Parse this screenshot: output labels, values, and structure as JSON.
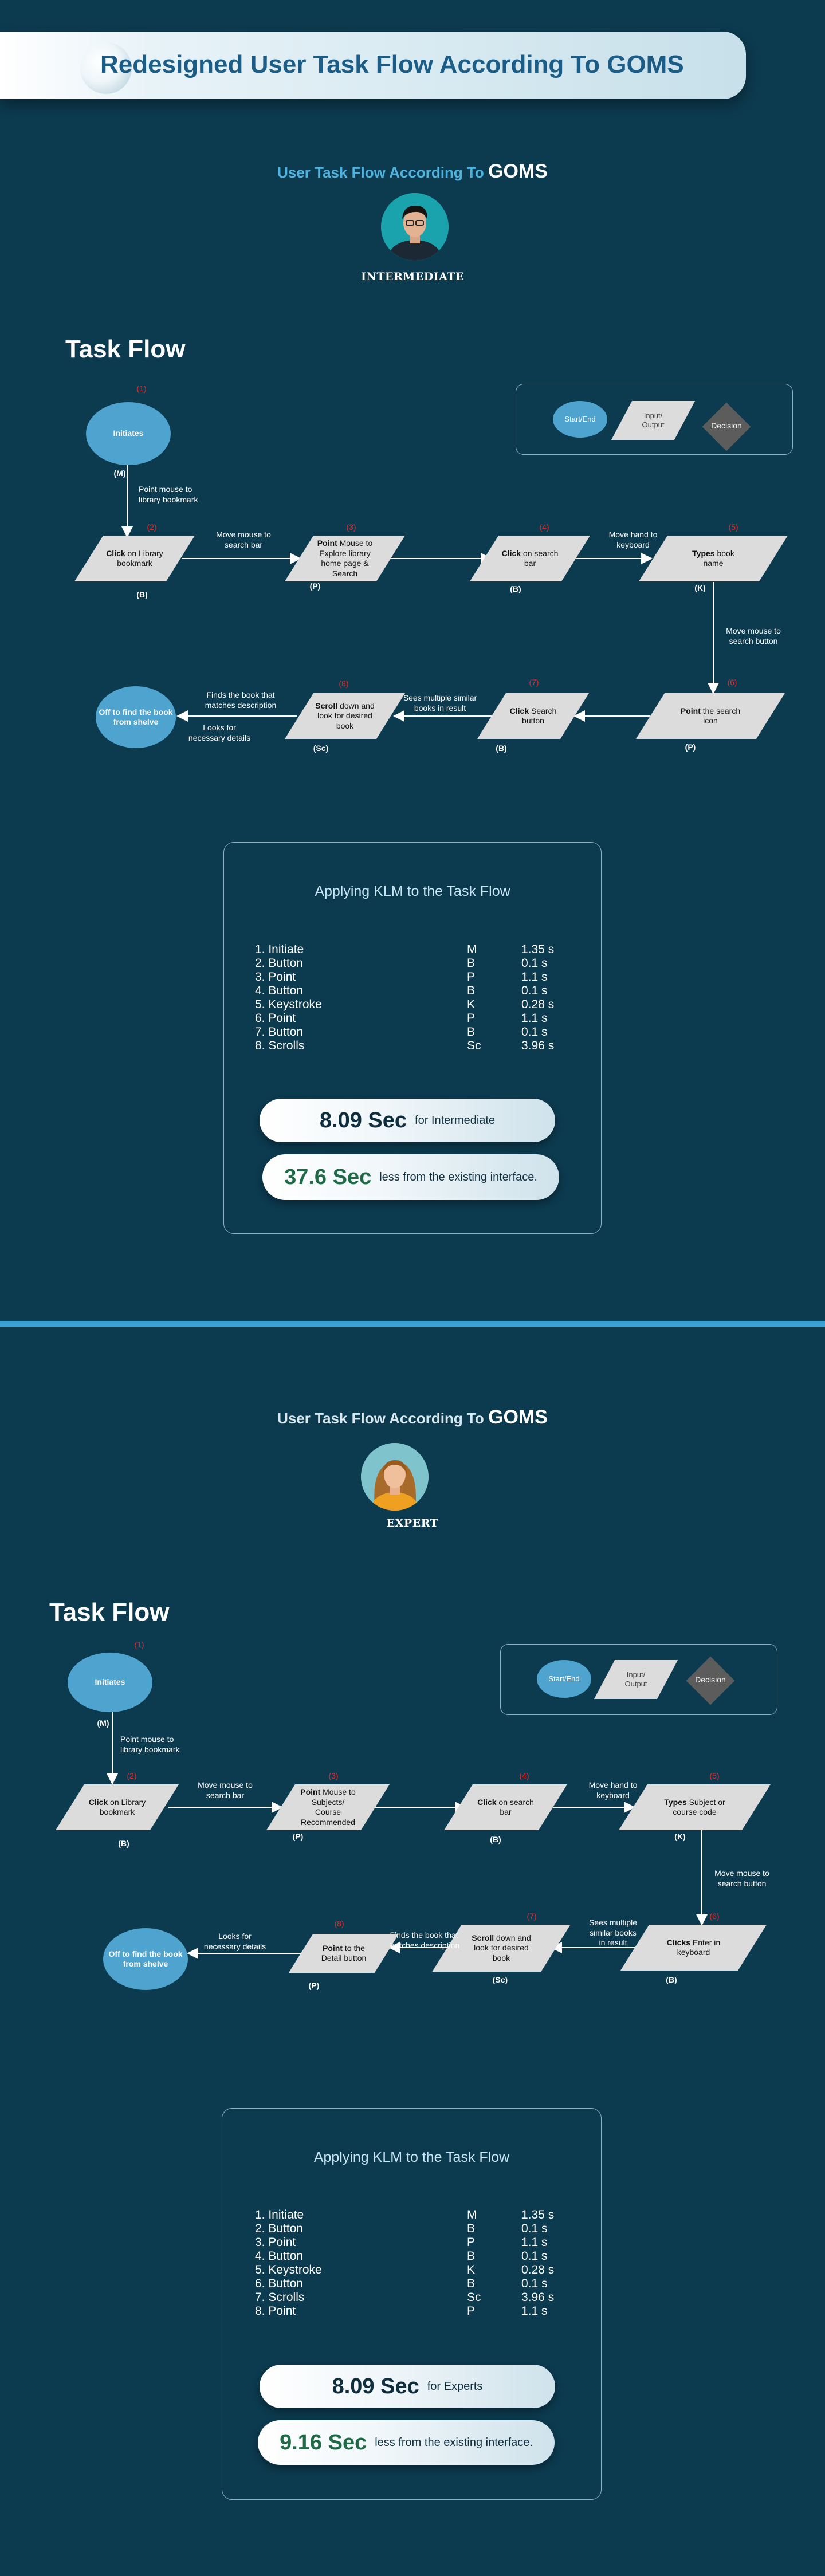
{
  "page_title": "Redesigned User Task Flow According To GOMS",
  "sections": [
    {
      "subtitle_prefix": "User Task Flow According To",
      "subtitle_goms": "GOMS",
      "level": "INTERMEDIATE",
      "task_flow_title": "Task Flow",
      "legend": {
        "start_end": "Start/End",
        "input_output": "Input/\nOutput",
        "decision": "Decision"
      },
      "start_node": "Initiates",
      "end_node": "Off to find the\nbook from\nshelve",
      "step_numbers": [
        "(1)",
        "(2)",
        "(3)",
        "(4)",
        "(5)",
        "(6)",
        "(7)",
        "(8)"
      ],
      "nodes": {
        "n2": {
          "bold": "Click",
          "rest": " on Library\nbookmark"
        },
        "n3": {
          "bold": "Point",
          "rest": " Mouse to\nExplore library\nhome page &\nSearch"
        },
        "n4": {
          "bold": "Click",
          "rest": " on search\nbar"
        },
        "n5": {
          "bold": "Types",
          "rest": " book\nname"
        },
        "n6": {
          "bold": "Point",
          "rest": " the search\nicon"
        },
        "n7": {
          "bold": "Click",
          "rest": " Search\nbutton"
        },
        "n8": {
          "bold": "Scroll",
          "rest": " down and\nlook for desired\nbook"
        }
      },
      "ops": [
        "(M)",
        "(B)",
        "(P)",
        "(B)",
        "(K)",
        "(P)",
        "(B)",
        "(Sc)"
      ],
      "edges": {
        "e1": "Point mouse to\nlibrary bookmark",
        "e2": "Move mouse to\nsearch bar",
        "e4": "Move hand to\nkeyboard",
        "e5": "Move mouse to\nsearch button",
        "e6": "Sees multiple similar\nbooks in result",
        "e7": "Finds the book that\nmatches description",
        "e8": "Looks for\nnecessary details"
      },
      "klm": {
        "title": "Applying KLM to the Task Flow",
        "rows": [
          [
            "1. Initiate",
            "M",
            "1.35 s"
          ],
          [
            "2. Button",
            "B",
            "0.1 s"
          ],
          [
            "3. Point",
            "P",
            "1.1 s"
          ],
          [
            "4. Button",
            "B",
            "0.1 s"
          ],
          [
            "5. Keystroke",
            "K",
            "0.28 s"
          ],
          [
            "6. Point",
            "P",
            "1.1 s"
          ],
          [
            "7. Button",
            "B",
            "0.1 s"
          ],
          [
            "8. Scrolls",
            "Sc",
            "3.96 s"
          ]
        ],
        "total_value": "8.09 Sec",
        "total_label": "for Intermediate",
        "saving_value": "37.6 Sec",
        "saving_label": "less from the existing interface."
      }
    },
    {
      "subtitle_prefix": "User Task Flow According To",
      "subtitle_goms": "GOMS",
      "level": "EXPERT",
      "task_flow_title": "Task Flow",
      "legend": {
        "start_end": "Start/End",
        "input_output": "Input/\nOutput",
        "decision": "Decision"
      },
      "start_node": "Initiates",
      "end_node": "Off to find the\nbook from\nshelve",
      "step_numbers": [
        "(1)",
        "(2)",
        "(3)",
        "(4)",
        "(5)",
        "(6)",
        "(7)",
        "(8)"
      ],
      "nodes": {
        "n2": {
          "bold": "Click",
          "rest": " on Library\nbookmark"
        },
        "n3": {
          "bold": "Point",
          "rest": " Mouse to\nSubjects/\nCourse\nRecommended"
        },
        "n4": {
          "bold": "Click",
          "rest": " on search\nbar"
        },
        "n5": {
          "bold": "Types",
          "rest": " Subject or\ncourse code"
        },
        "n6": {
          "bold": "Clicks",
          "rest": " Enter in\nkeyboard"
        },
        "n7": {
          "bold": "Scroll",
          "rest": " down and\nlook for desired\nbook"
        },
        "n8": {
          "bold": "Point",
          "rest": " to the\nDetail button"
        }
      },
      "ops": [
        "(M)",
        "(B)",
        "(P)",
        "(B)",
        "(K)",
        "(B)",
        "(Sc)",
        "(P)"
      ],
      "edges": {
        "e1": "Point mouse to\nlibrary bookmark",
        "e2": "Move mouse to\nsearch bar",
        "e4": "Move hand to\nkeyboard",
        "e5": "Move mouse to\nsearch button",
        "e6": "Sees multiple\nsimilar books\nin result",
        "e7": "Finds the book that\nmatches description",
        "e8": "Looks for\nnecessary details"
      },
      "klm": {
        "title": "Applying KLM to the Task Flow",
        "rows": [
          [
            "1. Initiate",
            "M",
            "1.35 s"
          ],
          [
            "2. Button",
            "B",
            "0.1 s"
          ],
          [
            "3. Point",
            "P",
            "1.1 s"
          ],
          [
            "4. Button",
            "B",
            "0.1 s"
          ],
          [
            "5. Keystroke",
            "K",
            "0.28 s"
          ],
          [
            "6. Button",
            "B",
            "0.1 s"
          ],
          [
            "7. Scrolls",
            "Sc",
            "3.96 s"
          ],
          [
            "8. Point",
            "P",
            "1.1 s"
          ]
        ],
        "total_value": "8.09 Sec",
        "total_label": "for Experts",
        "saving_value": "9.16 Sec",
        "saving_label": "less from the existing interface."
      }
    }
  ],
  "colors": {
    "background": "#0c3a4f",
    "accent_blue": "#4fa3cf",
    "divider": "#3aa3d4",
    "step_red": "#e52b2b",
    "saving_green": "#1f6b47"
  }
}
